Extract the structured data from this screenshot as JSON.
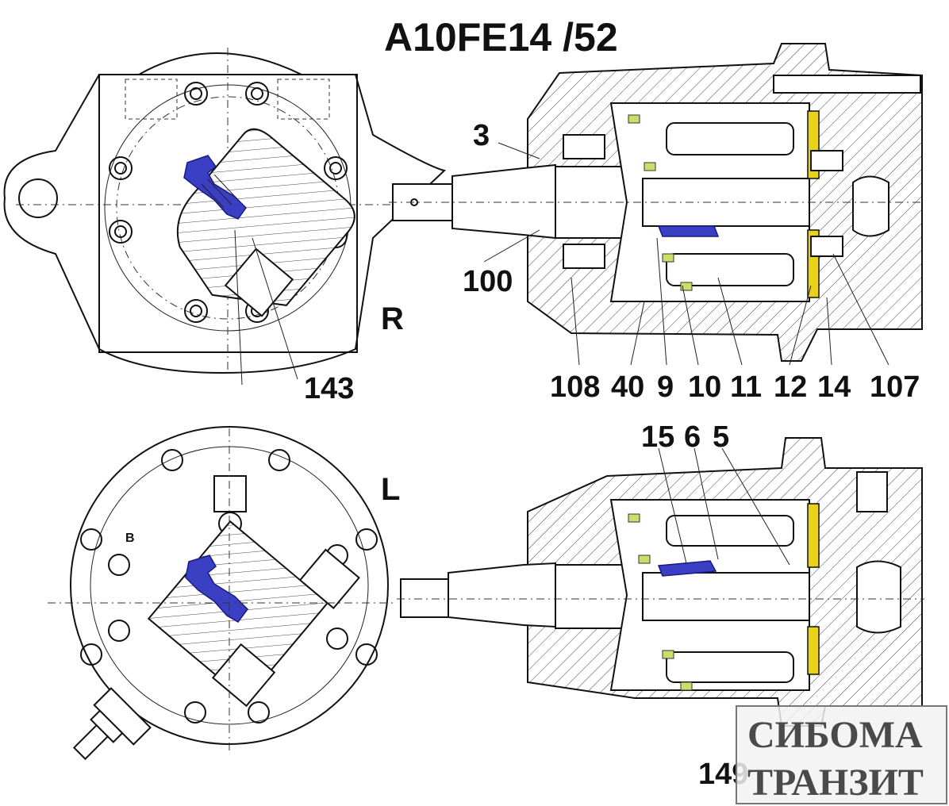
{
  "title": "A10FE14 /52",
  "view_labels": {
    "right": "R",
    "left": "L"
  },
  "callouts": {
    "c3": "3",
    "c100": "100",
    "c108": "108",
    "c40": "40",
    "c9": "9",
    "c10": "10",
    "c11": "11",
    "c12": "12",
    "c14": "14",
    "c107": "107",
    "c143": "143",
    "c15": "15",
    "c6": "6",
    "c5": "5",
    "c149": "149"
  },
  "watermark": {
    "line1": "СИБОМА",
    "line2": "ТРАНЗИТ"
  },
  "colors": {
    "line": "#111111",
    "valve_blue": "#3a3fc4",
    "plate_yellow": "#e8d21a",
    "seal_green": "#c8e06a",
    "watermark_bg": "#f2f2f2"
  },
  "small_marks": {
    "b_mark": "B"
  }
}
